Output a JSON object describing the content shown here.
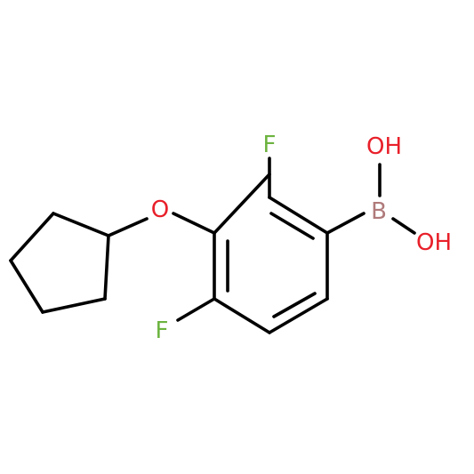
{
  "molecule": {
    "atoms": {
      "fluorine_top": {
        "label": "F",
        "color": "#6cb33f"
      },
      "fluorine_bottom": {
        "label": "F",
        "color": "#6cb33f"
      },
      "oxygen_ether": {
        "label": "O",
        "color": "#e8202a"
      },
      "boron": {
        "label": "B",
        "color": "#b07a7a"
      },
      "hydroxyl_top": {
        "label": "OH",
        "color": "#e8202a"
      },
      "hydroxyl_bottom": {
        "label": "OH",
        "color": "#e8202a"
      }
    },
    "bond_color": "#000000"
  }
}
